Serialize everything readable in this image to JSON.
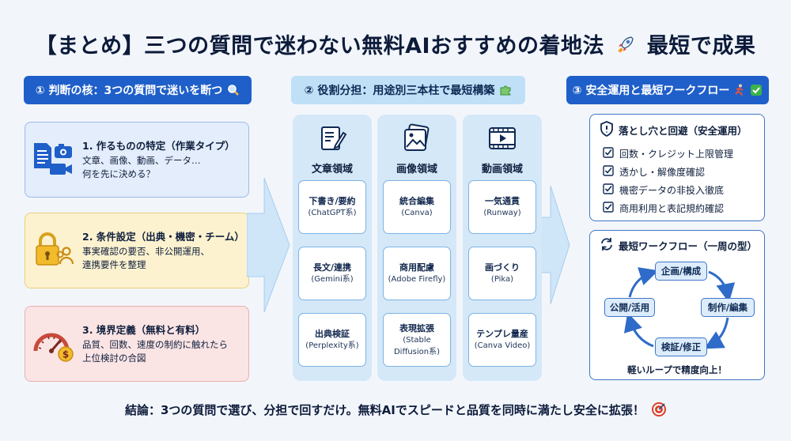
{
  "title": "【まとめ】三つの質問で迷わない無料AIおすすめの着地法",
  "title_suffix": "最短で成果",
  "sections": {
    "s1": "① 判断の核：3つの質問で迷いを断つ",
    "s2": "② 役割分担：用途別三本柱で最短構築",
    "s3": "③ 安全運用と最短ワークフロー"
  },
  "questions": [
    {
      "title": "1. 作るものの特定（作業タイプ）",
      "line1": "文章、画像、動画、データ…",
      "line2": "何を先に決める？",
      "icon": "docs-camera-video-icon"
    },
    {
      "title": "2. 条件設定（出典・機密・チーム）",
      "line1": "事実確認の要否、非公開運用、",
      "line2": "連携要件を整理",
      "icon": "lock-team-icon"
    },
    {
      "title": "3. 境界定義（無料と有料）",
      "line1": "品質、回数、速度の制約に触れたら",
      "line2": "上位検討の合図",
      "icon": "speedometer-dollar-icon"
    }
  ],
  "columns": [
    {
      "title": "文章領域",
      "icon": "document-pen-icon",
      "tools": [
        {
          "label": "下書き/要約",
          "sub": "(ChatGPT系)"
        },
        {
          "label": "長文/連携",
          "sub": "(Gemini系)"
        },
        {
          "label": "出典検証",
          "sub": "(Perplexity系)"
        }
      ]
    },
    {
      "title": "画像領域",
      "icon": "image-icon",
      "tools": [
        {
          "label": "統合編集",
          "sub": "(Canva)"
        },
        {
          "label": "商用配慮",
          "sub": "(Adobe Firefly)"
        },
        {
          "label": "表現拡張",
          "sub": "(Stable",
          "sub2": "Diffusion系)"
        }
      ]
    },
    {
      "title": "動画領域",
      "icon": "video-play-icon",
      "tools": [
        {
          "label": "一気通貫",
          "sub": "(Runway)"
        },
        {
          "label": "画づくり",
          "sub": "(Pika)"
        },
        {
          "label": "テンプレ量産",
          "sub": "(Canva Video)"
        }
      ]
    }
  ],
  "safety": {
    "title": "落とし穴と回避（安全運用）",
    "items": [
      "回数・クレジット上限管理",
      "透かし・解像度確認",
      "機密データの非投入徹底",
      "商用利用と表記規約確認"
    ]
  },
  "workflow": {
    "title": "最短ワークフロー（一周の型）",
    "steps": [
      "企画/構成",
      "制作/編集",
      "検証/修正",
      "公開/活用"
    ],
    "note": "軽いループで精度向上！"
  },
  "conclusion": "結論：3つの質問で選び、分担で回すだけ。無料AIでスピードと品質を同時に満たし安全に拡張！",
  "colors": {
    "accent": "#1f5fc9",
    "light_accent": "#bfe0f7",
    "column_bg": "#d4e8f8"
  }
}
